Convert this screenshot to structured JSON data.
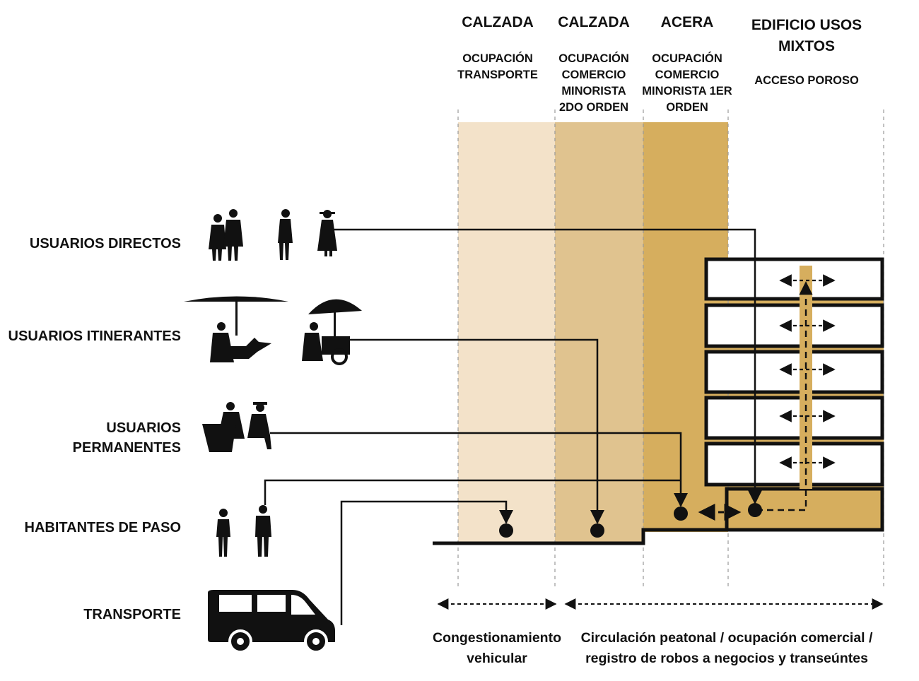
{
  "columns": [
    {
      "title": "CALZADA",
      "subtitle": "OCUPACIÓN TRANSPORTE",
      "fill": "#f3e2c9"
    },
    {
      "title": "CALZADA",
      "subtitle": "OCUPACIÓN COMERCIO MINORISTA 2DO ORDEN",
      "fill": "#e0c38f"
    },
    {
      "title": "ACERA",
      "subtitle": "OCUPACIÓN COMERCIO MINORISTA 1ER ORDEN",
      "fill": "#d6ae5e"
    },
    {
      "title": "EDIFICIO USOS MIXTOS",
      "subtitle": "ACCESO POROSO",
      "fill": "#d6ae5e"
    }
  ],
  "rows": [
    {
      "label": "USUARIOS DIRECTOS",
      "icon": "pedestrians-icon"
    },
    {
      "label": "USUARIOS ITINERANTES",
      "icon": "umbrella-vendors-icon"
    },
    {
      "label": "USUARIOS PERMANENTES",
      "icon": "seated-vendors-icon"
    },
    {
      "label": "HABITANTES DE PASO",
      "icon": "passersby-icon"
    },
    {
      "label": "TRANSPORTE",
      "icon": "van-icon"
    }
  ],
  "bottom": {
    "left": "Congestionamiento vehicular",
    "right": "Circulación peatonal / ocupación comercial / registro de robos a negocios y transeúntes"
  }
}
